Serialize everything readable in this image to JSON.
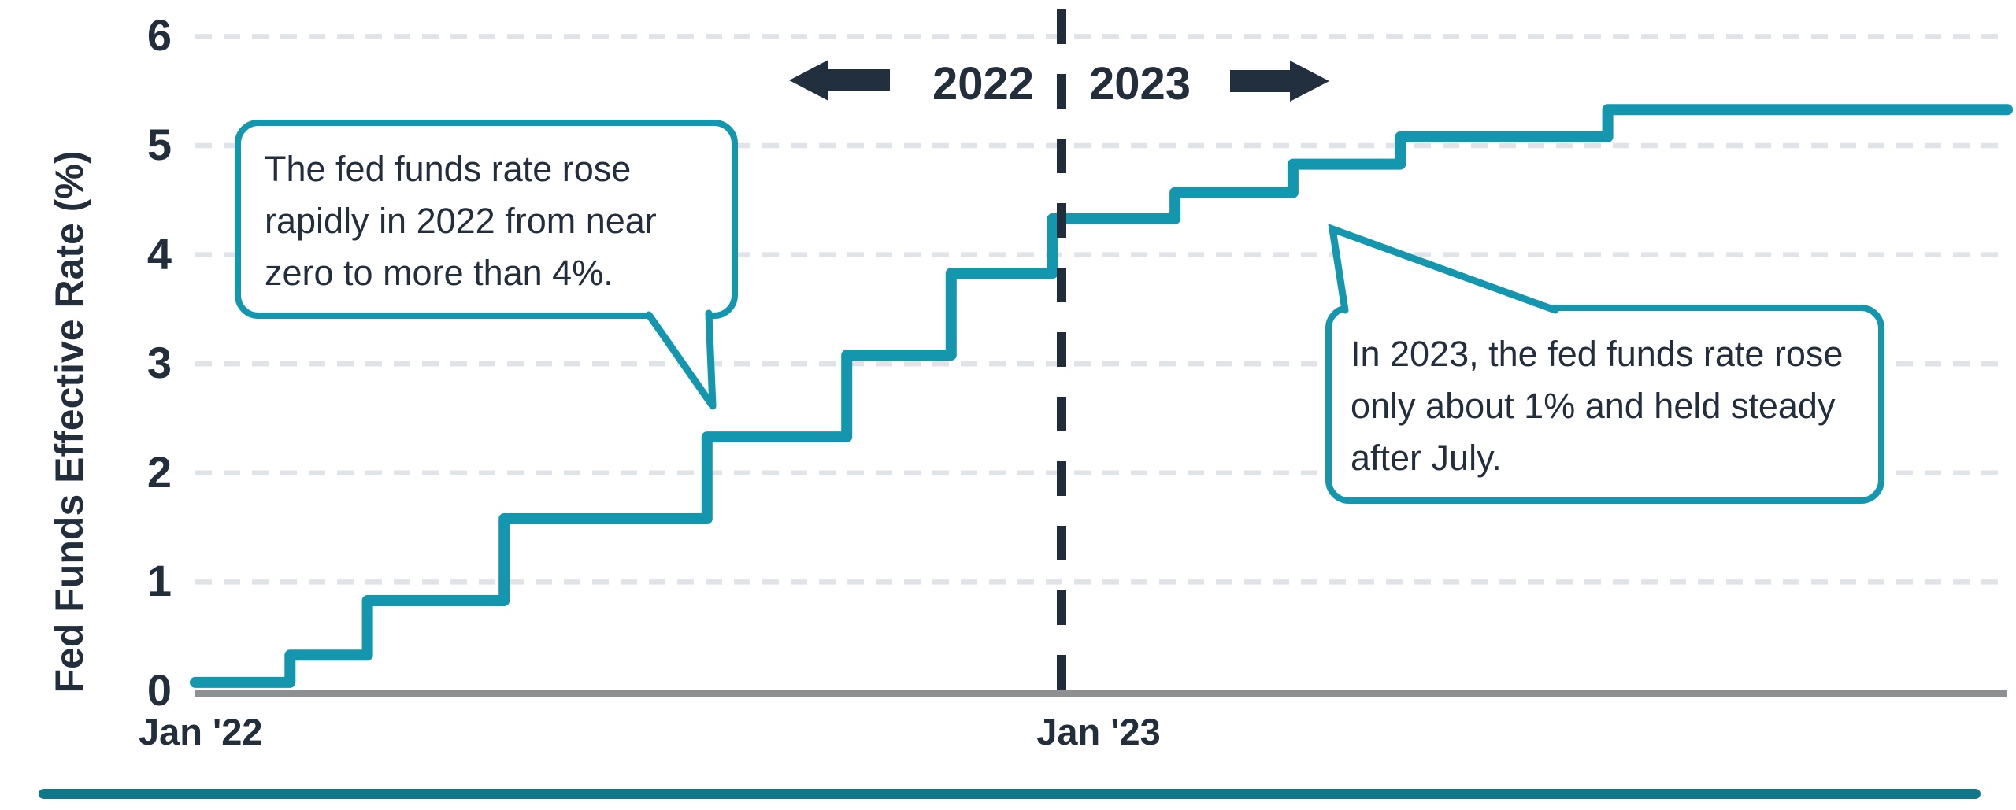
{
  "chart_data": {
    "type": "line",
    "subtype": "step",
    "title": "",
    "xlabel": "",
    "ylabel": "Fed Funds Effective Rate (%)",
    "x_tick_labels": [
      "Jan '22",
      "Jan '23"
    ],
    "y_ticks": [
      0,
      1,
      2,
      3,
      4,
      5,
      6
    ],
    "ylim": [
      0,
      6
    ],
    "grid": "horizontal-dashed",
    "legend": "none",
    "x_unit": "months since Jan 2022",
    "x_range_months": [
      0,
      24.1
    ],
    "year_divider_month": 11.51,
    "era_labels": {
      "left": "2022",
      "right": "2023"
    },
    "series": [
      {
        "name": "Fed Funds Effective Rate (%)",
        "color": "#1497ae",
        "steps_month_rate": [
          [
            0,
            0.08
          ],
          [
            1.24,
            0.33
          ],
          [
            2.27,
            0.83
          ],
          [
            4.09,
            1.58
          ],
          [
            6.79,
            2.33
          ],
          [
            8.65,
            3.08
          ],
          [
            10.04,
            3.83
          ],
          [
            11.39,
            4.33
          ],
          [
            13.02,
            4.57
          ],
          [
            14.59,
            4.83
          ],
          [
            16.02,
            5.08
          ],
          [
            18.78,
            5.33
          ]
        ],
        "end_month": 24.1
      }
    ],
    "annotations": [
      {
        "text": "The fed funds rate rose rapidly in 2022 from near zero to more than 4%."
      },
      {
        "text": "In 2023, the fed funds rate rose only about 1% and held steady after July."
      }
    ]
  },
  "labels": {
    "y_axis_title": "Fed Funds Effective Rate (%)",
    "x_tick_jan22": "Jan '22",
    "x_tick_jan23": "Jan '23",
    "era_2022": "2022",
    "era_2023": "2023",
    "callout_2022_text": "The fed funds rate rose rapidly in 2022 from near zero to more than 4%.",
    "callout_2023_text": "In 2023, the fed funds rate rose only about 1% and held steady after July."
  },
  "icons": {
    "left_arrow": "left-arrow-icon",
    "right_arrow": "right-arrow-icon"
  },
  "colors": {
    "line_teal": "#1497ae",
    "callout_border": "#1497ae",
    "text_navy": "#232e3c",
    "gridline_gray": "#e0e4e8",
    "axis_gray": "#8d9093",
    "divider_navy": "#222d3b",
    "arrow_navy": "#222f3e",
    "era_label_bg": "#ffffff",
    "callout_bg": "#ffffff",
    "bottom_bar": "#10768a"
  }
}
